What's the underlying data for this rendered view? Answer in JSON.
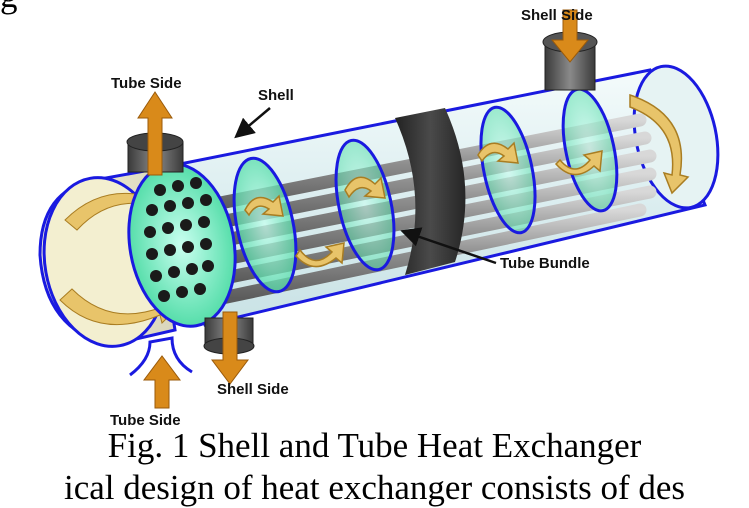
{
  "diagram": {
    "labels": {
      "shell_side_top": "Shell Side",
      "tube_side_top": "Tube Side",
      "shell": "Shell",
      "tube_bundle": "Tube Bundle",
      "shell_side_bottom": "Shell Side",
      "tube_side_bottom": "Tube Side"
    },
    "colors": {
      "shell_glass": "#e8f4f4",
      "shell_outline": "#1a1ae0",
      "baffle": "#5fe3b0",
      "tubes": "#9a9a9a",
      "flow_arrow": "#e8c46a",
      "nozzle_arrow": "#d98a1a",
      "nozzle": "#555555",
      "band": "#333333"
    }
  },
  "caption": {
    "line0": "g",
    "line1": "Fig. 1 Shell and Tube Heat Exchanger",
    "line2": "ical design of heat exchanger consists of des"
  }
}
